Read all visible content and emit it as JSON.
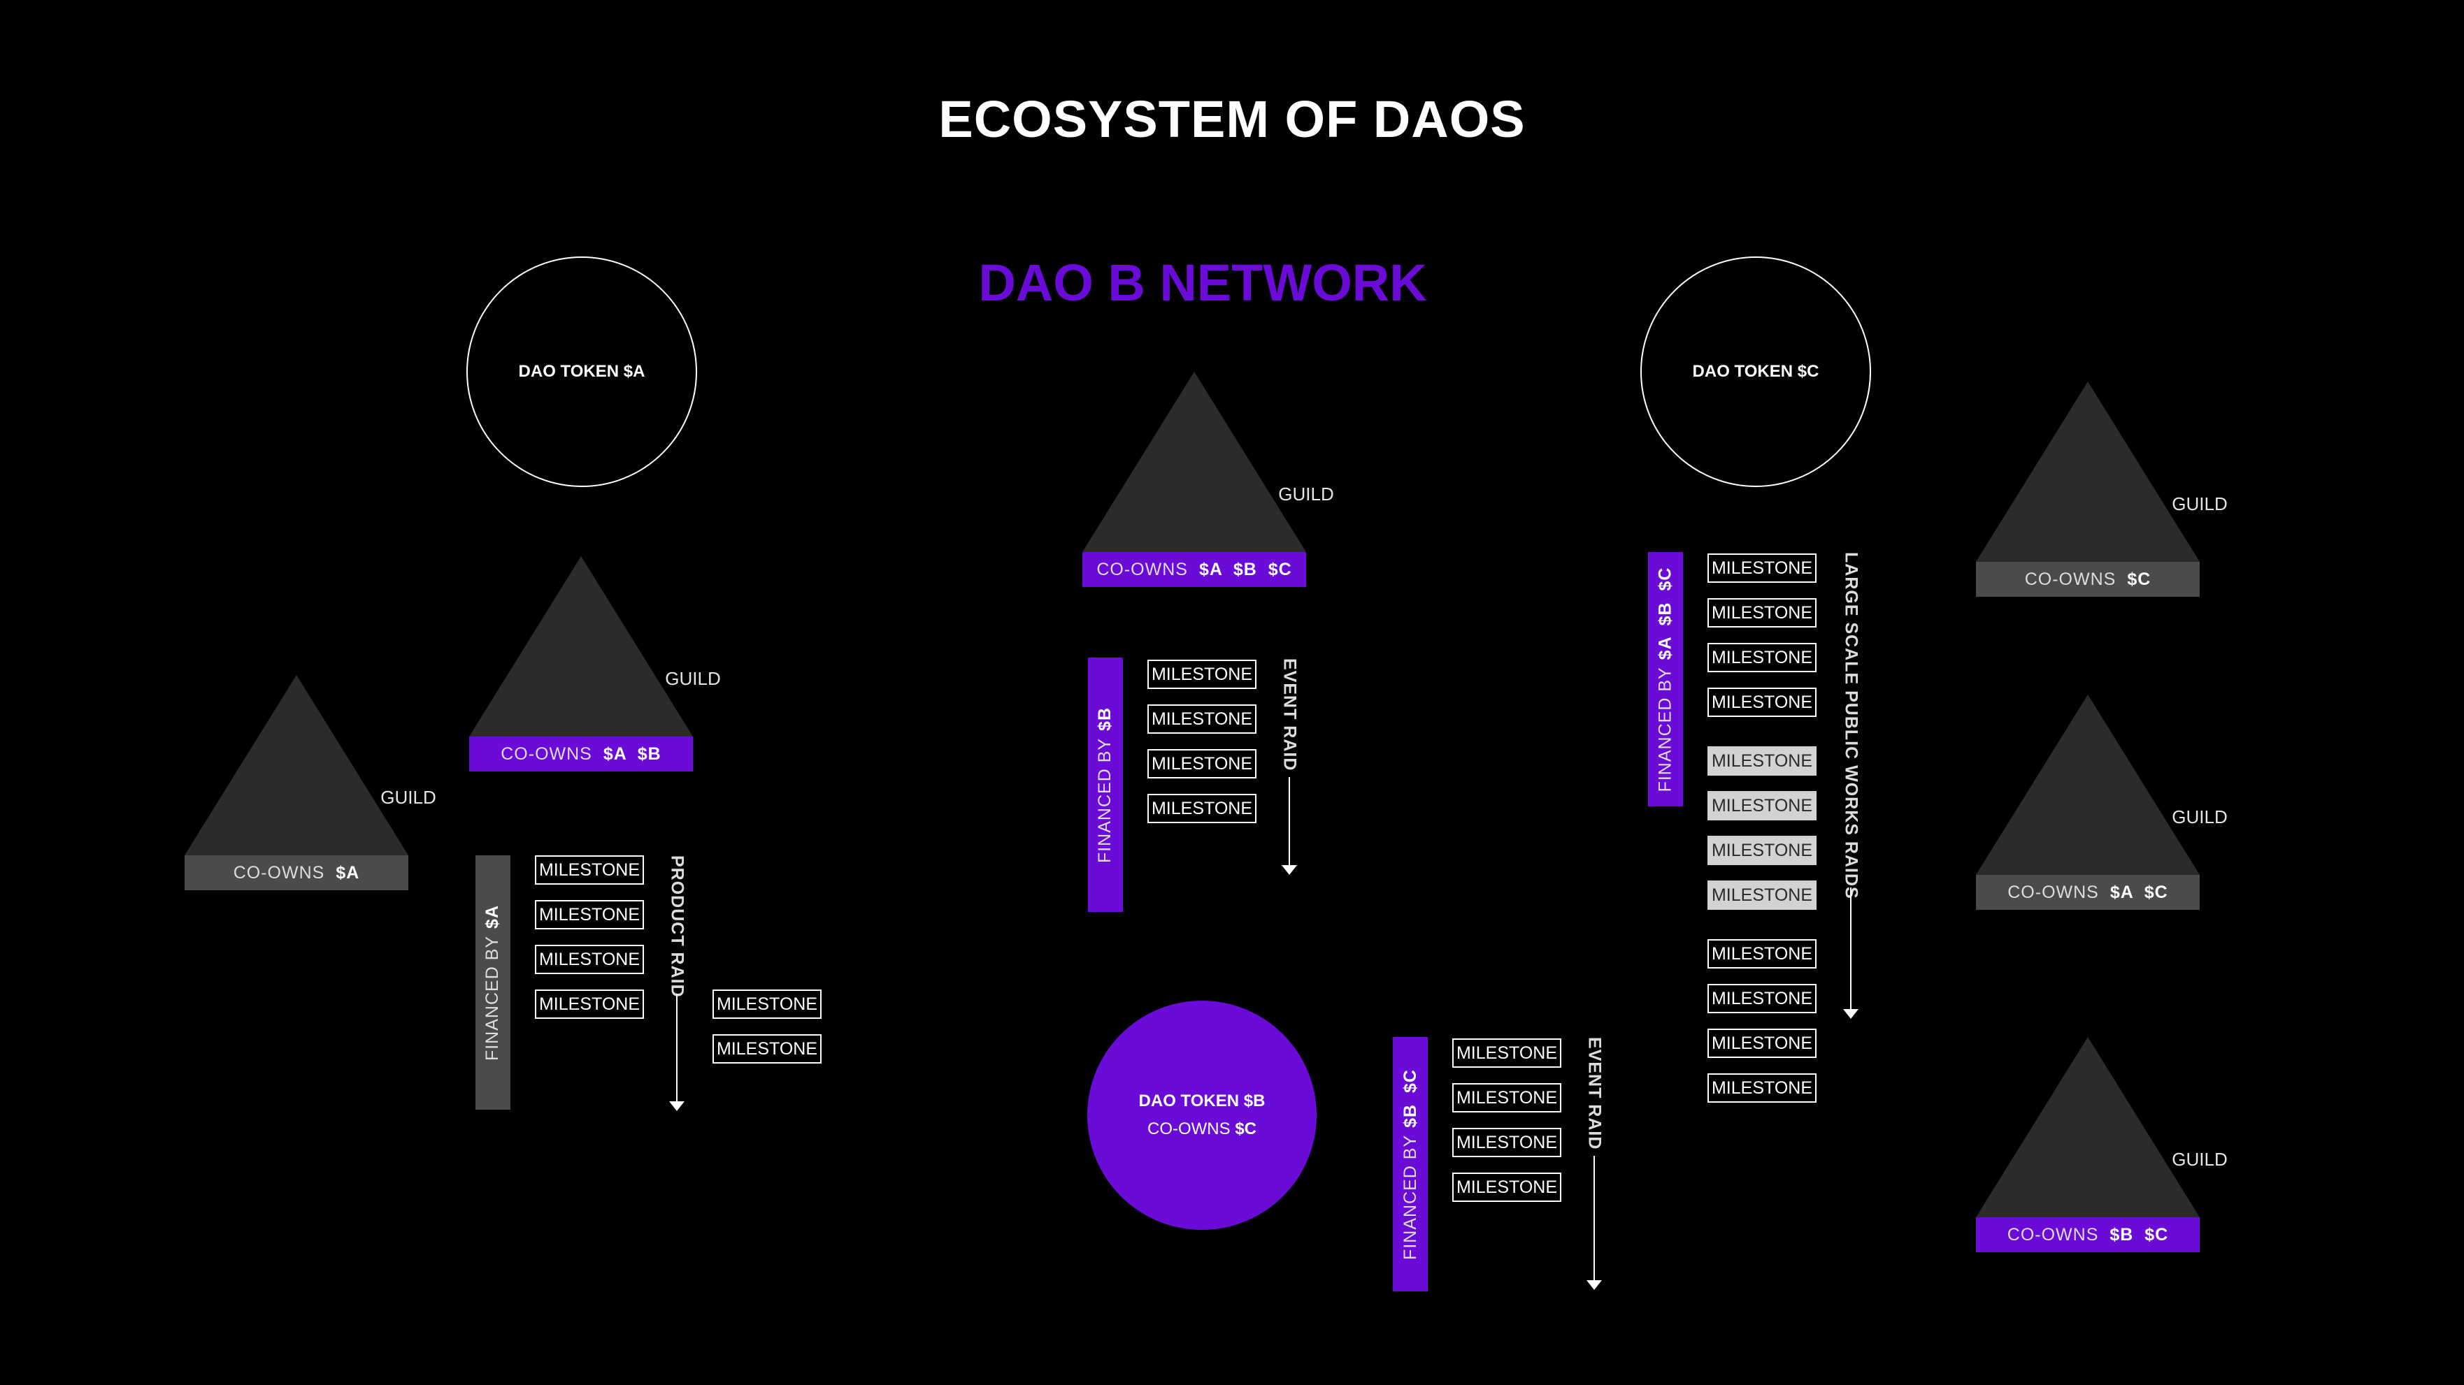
{
  "title": "ECOSYSTEM OF DAOS",
  "subtitle": "DAO B NETWORK",
  "colors": {
    "purple": "#6a0bd8",
    "grey": "#4b4b4b",
    "triangle": "#2b2b2b"
  },
  "tokens": {
    "a": {
      "label": "DAO TOKEN $A"
    },
    "b": {
      "label": "DAO TOKEN $B",
      "coowns": "CO-OWNS",
      "coowns_value": "$C"
    },
    "c": {
      "label": "DAO TOKEN $C"
    }
  },
  "guild_label": "GUILD",
  "coowns_label": "CO-OWNS",
  "guilds": [
    {
      "owners": "$A"
    },
    {
      "owners": "$A  $B"
    },
    {
      "owners": "$A  $B  $C"
    },
    {
      "owners": "$C"
    },
    {
      "owners": "$A  $C"
    },
    {
      "owners": "$B  $C"
    }
  ],
  "milestone_label": "MILESTONE",
  "financed_label": "FINANCED BY",
  "financing": [
    {
      "by": "$A"
    },
    {
      "by": "$B"
    },
    {
      "by": "$B  $C"
    },
    {
      "by": "$A  $B  $C"
    }
  ],
  "raids": {
    "product": "PRODUCT RAID",
    "event1": "EVENT RAID",
    "event2": "EVENT RAID",
    "large": "LARGE SCALE PUBLIC  WORKS RAIDS"
  }
}
